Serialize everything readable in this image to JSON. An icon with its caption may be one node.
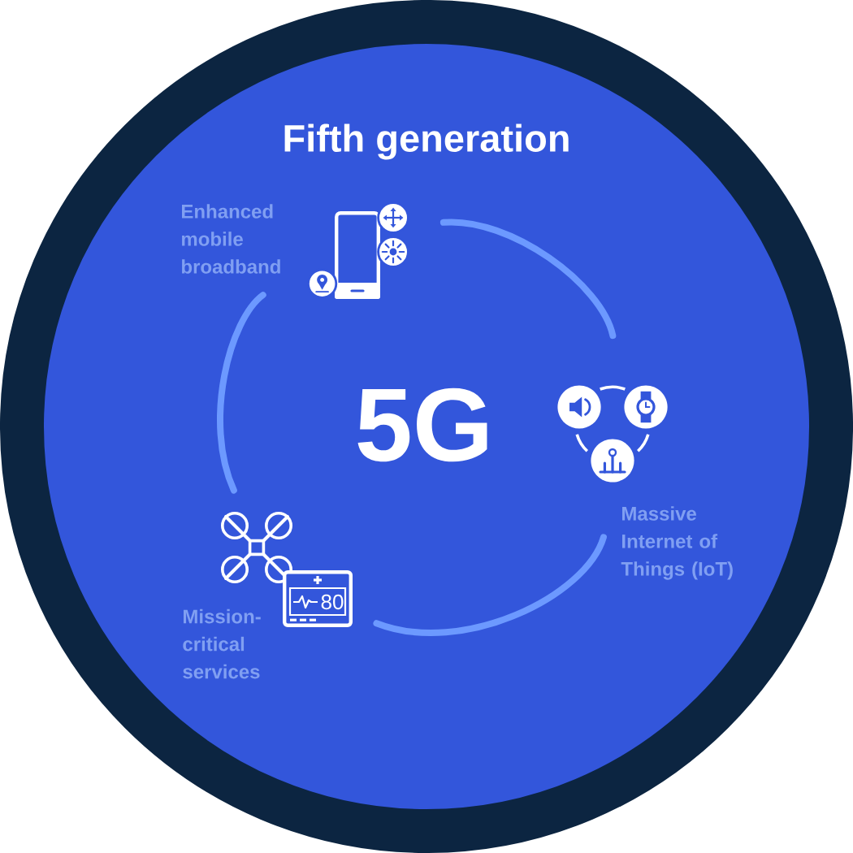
{
  "diagram": {
    "nodes": [
      {
        "text": [
          "Fifth generation",
          "5G"
        ]
      },
      {
        "text": [],
        "shape": "picture",
        "beside": [
          "Enhanced mobile broadband"
        ],
        "in": 0
      },
      {
        "text": [],
        "shape": "picture",
        "beside": [
          "Massive Internet of Things (IoT)"
        ],
        "in": 0
      },
      {
        "text": [],
        "shape": "picture",
        "beside": [
          "Mission-critical services"
        ],
        "in": 0
      }
    ],
    "edges": [
      {
        "from": 1,
        "to": 2,
        "arrow": "none"
      },
      {
        "from": 2,
        "to": 3,
        "arrow": "none"
      },
      {
        "from": 3,
        "to": 1,
        "arrow": "none"
      }
    ],
    "labels": [
      "80"
    ]
  }
}
